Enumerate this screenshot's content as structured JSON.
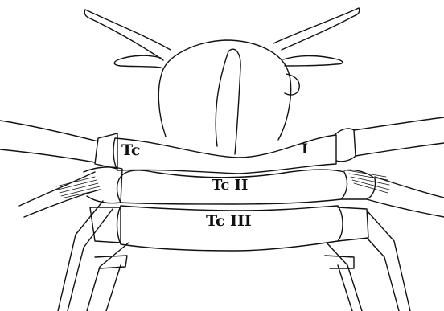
{
  "figure": {
    "labels": {
      "tc1_prefix": "Tc",
      "tc1_numeral": "I",
      "tc2": "Tc II",
      "tc3": "Tc III"
    }
  }
}
